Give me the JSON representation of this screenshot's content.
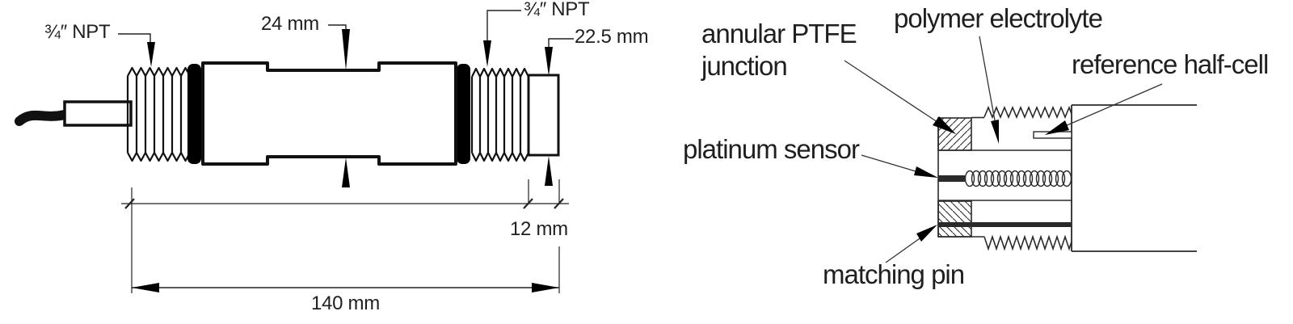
{
  "figure": {
    "background": "#ffffff",
    "line_color": "#1a1a1a",
    "left_drawing": {
      "description": "sensor outline drawing with dimensions",
      "labels": {
        "npt_left": "¾″ NPT",
        "dim_body": "24 mm",
        "npt_right": "¾″ NPT",
        "dim_cap_diameter": "22.5 mm",
        "dim_cap_length": "12 mm",
        "dim_overall_length": "140 mm"
      }
    },
    "right_drawing": {
      "description": "sensor cross-section with part callouts",
      "labels": {
        "annular_ptfe_junction": "annular PTFE junction",
        "polymer_electrolyte": "polymer electrolyte",
        "reference_half_cell": "reference half-cell",
        "platinum_sensor": "platinum sensor",
        "matching_pin": "matching pin"
      }
    }
  }
}
